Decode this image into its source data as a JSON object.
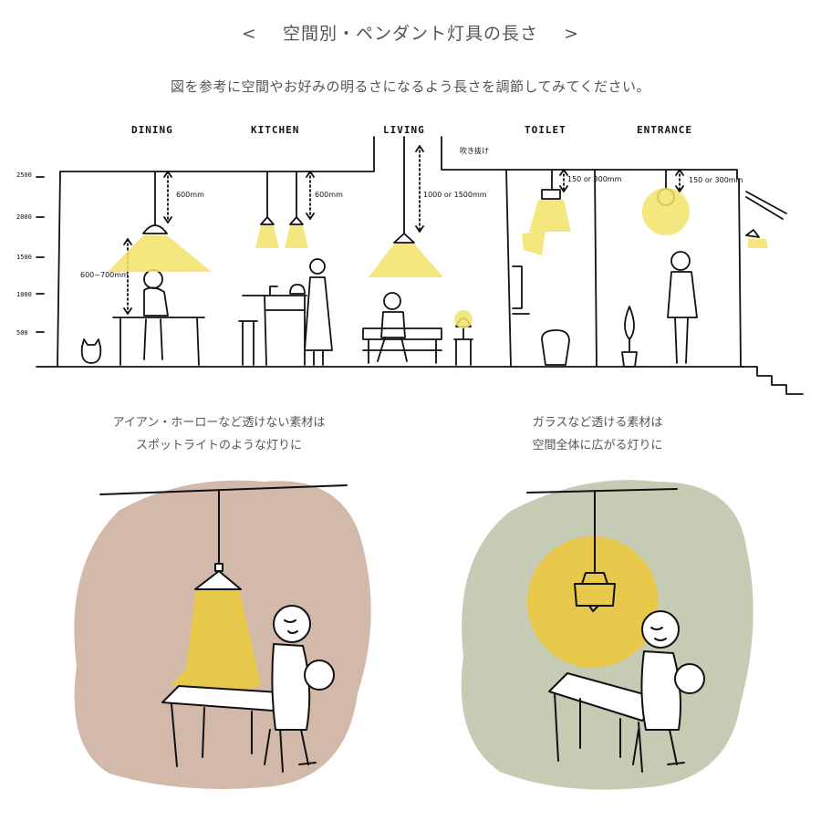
{
  "header": {
    "bracket_left": "<",
    "title": "空間別・ペンダント灯具の長さ",
    "bracket_right": ">",
    "subtitle": "図を参考に空間やお好みの明るさになるよう長さを調節してみてください。"
  },
  "diagram": {
    "rooms": [
      "DINING",
      "KITCHEN",
      "LIVING",
      "TOILET",
      "ENTRANCE"
    ],
    "height_ticks": [
      "2500",
      "2000",
      "1500",
      "1000",
      "500"
    ],
    "annotations": {
      "dining_drop": "600mm",
      "dining_table": "600~700mm",
      "kitchen_drop": "600mm",
      "living_drop": "1000 or 1500mm",
      "toilet_drop": "150 or 300mm",
      "entrance_drop": "150 or 300mm",
      "living_ceiling_note": "吹き抜け"
    }
  },
  "comparison": {
    "left": {
      "line1": "アイアン・ホーローなど透けない素材は",
      "line2": "スポットライトのような灯りに",
      "bg_color": "#d3b9a9",
      "light_color": "#e8c84a"
    },
    "right": {
      "line1": "ガラスなど透ける素材は",
      "line2": "空間全体に広がる灯りに",
      "bg_color": "#c6cbb3",
      "light_color": "#e8c84a"
    }
  }
}
